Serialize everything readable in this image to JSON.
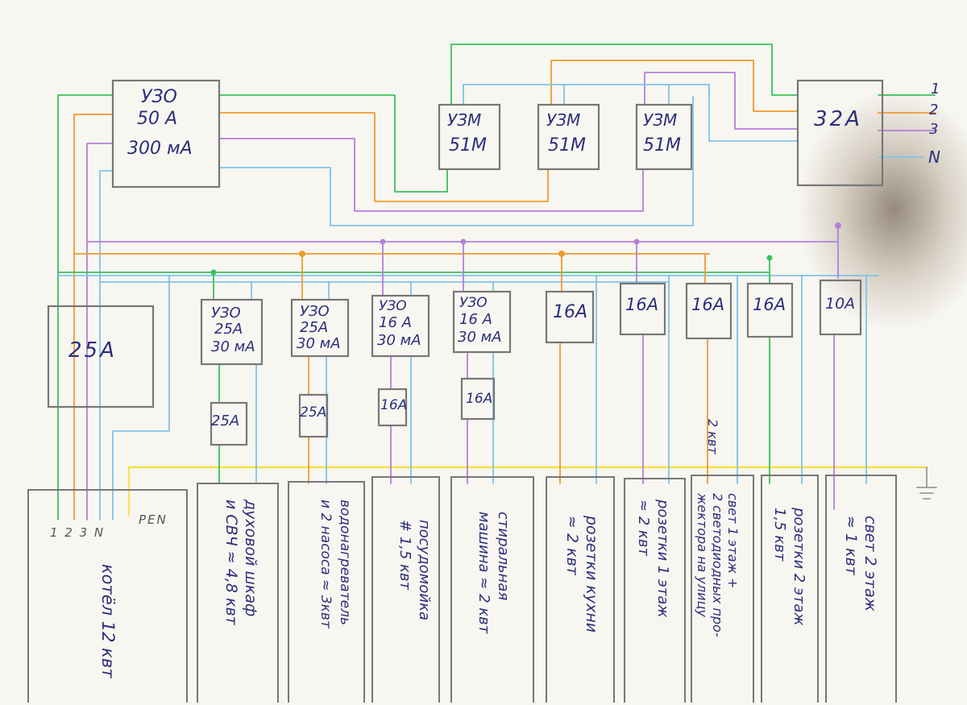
{
  "colors": {
    "green": "#3cbf5a",
    "orange": "#f09a2e",
    "purple": "#b47fdc",
    "blue": "#7fc3ea",
    "yellow": "#f2e03a",
    "gray": "#7a7a7a",
    "ink": "#2c2f7a"
  },
  "main_rcd": {
    "line1": "УЗО",
    "line2": "50 А",
    "line3": "300 мА"
  },
  "relays": [
    {
      "line1": "УЗМ",
      "line2": "51М"
    },
    {
      "line1": "УЗМ",
      "line2": "51М"
    },
    {
      "line1": "УЗМ",
      "line2": "51М"
    }
  ],
  "main_breaker": "32А",
  "phases": [
    "1",
    "2",
    "3",
    "N"
  ],
  "boiler_breaker": "25А",
  "branch_modules": [
    {
      "lines": [
        "УЗО",
        "25А",
        "30 мА"
      ]
    },
    {
      "lines": [
        "УЗО",
        "25А",
        "30 мА"
      ]
    },
    {
      "lines": [
        "УЗО",
        "16 А",
        "30 мА"
      ]
    },
    {
      "lines": [
        "УЗО",
        "16 А",
        "30 мА"
      ]
    },
    {
      "lines": [
        "16А"
      ]
    },
    {
      "lines": [
        "16А"
      ]
    },
    {
      "lines": [
        "16А"
      ]
    },
    {
      "lines": [
        "16А"
      ]
    },
    {
      "lines": [
        "10А"
      ]
    }
  ],
  "sub_breakers": [
    "25А",
    "25А",
    "16А",
    "16А"
  ],
  "boiler_terminals": "1 2 3 N",
  "boiler_pe_label": "PEN",
  "loads": [
    "котёл 12 квт",
    "духовой шкаф\nи СВЧ ≈ 4,8 квт",
    "водонагреватель\nи 2 насоса ≈ 3квт",
    "посудомойка\n# 1,5 квт",
    "стиральная\nмашина ≈ 2 квт",
    "розетки кухни\n≈ 2 квт",
    "розетки 1 этаж\n≈ 2 квт",
    "свет 1 этаж +\n2 светодиодных про-\nжектора на улицу",
    "розетки 2 этаж\n1,5 квт",
    "свет 2 этаж\n≈ 1 квт"
  ],
  "side_note": "2 квт"
}
